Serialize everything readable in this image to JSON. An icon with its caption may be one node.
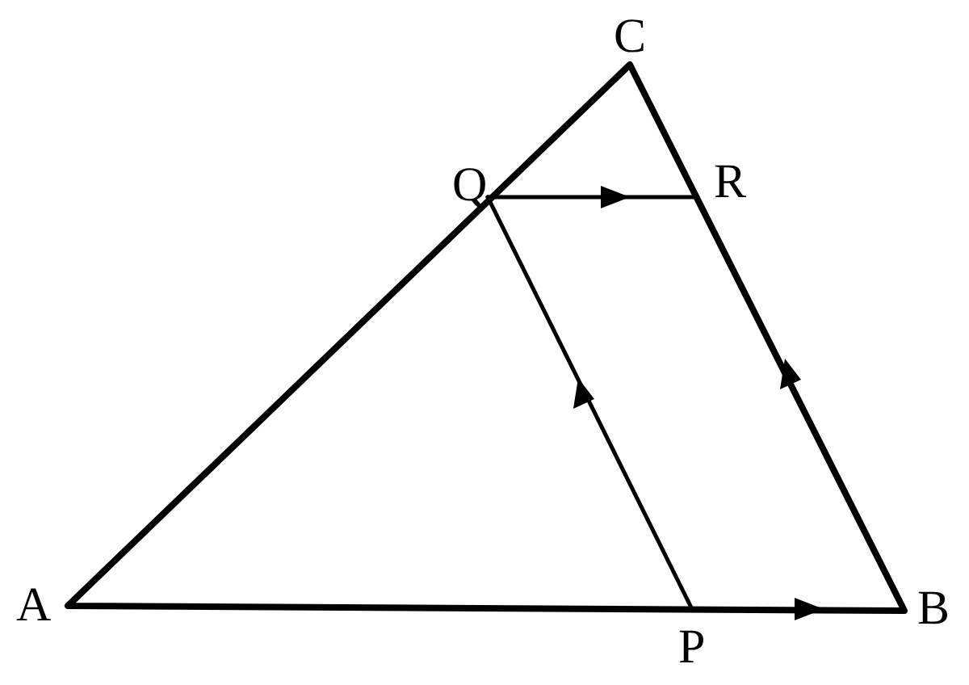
{
  "diagram": {
    "labels": [
      "C",
      "Q",
      "R",
      "A",
      "P",
      "B"
    ]
  }
}
